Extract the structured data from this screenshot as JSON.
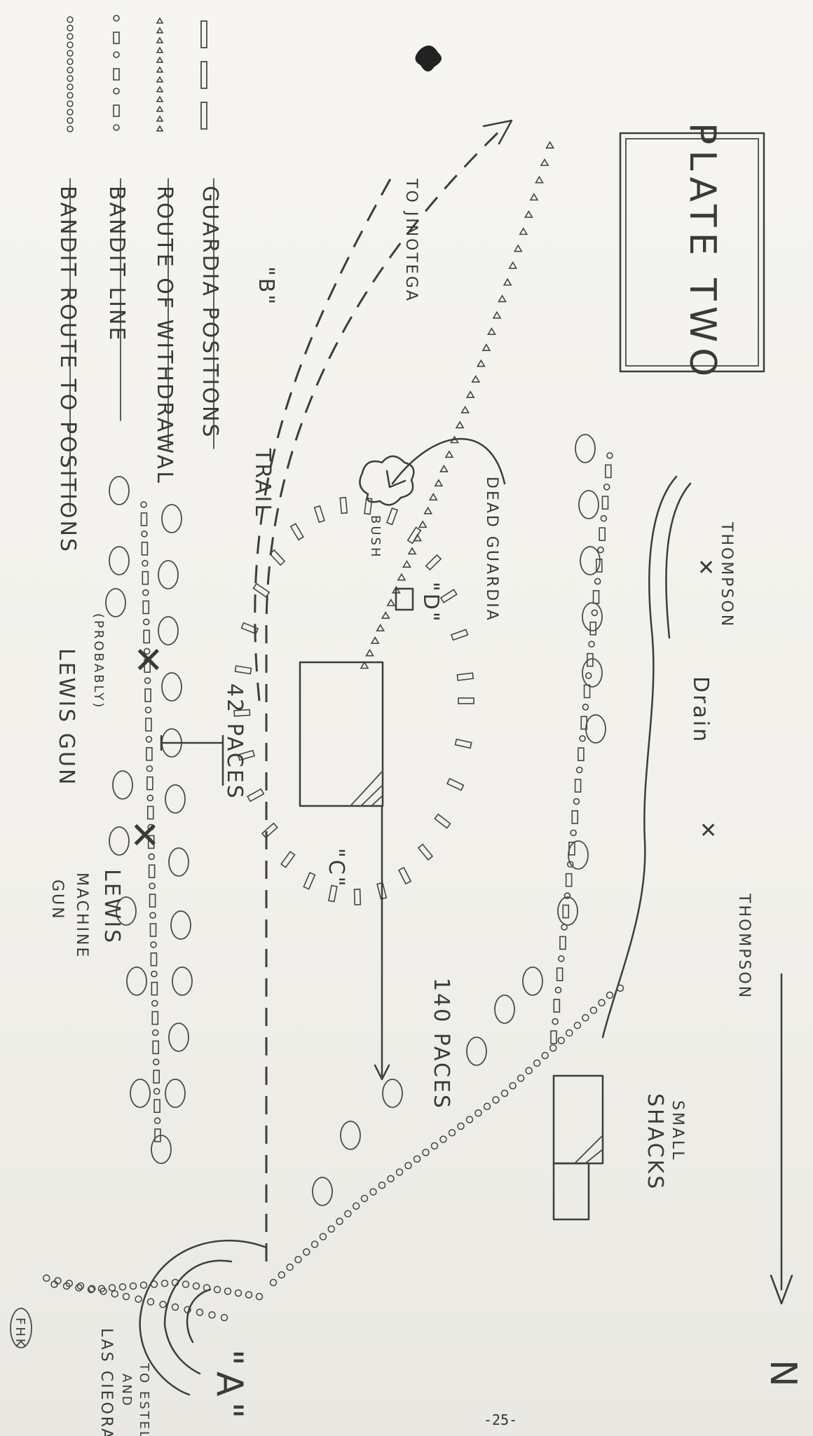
{
  "title": "PLATE TWO",
  "legend": [
    {
      "symbol": "guardia-positions",
      "label": "GUARDIA POSITIONS"
    },
    {
      "symbol": "route-of-withdrawal",
      "label": "ROUTE OF WITHDRAWAL"
    },
    {
      "symbol": "bandit-line",
      "label": "BANDIT LINE"
    },
    {
      "symbol": "bandit-route",
      "label": "BANDIT ROUTE TO POSITIONS"
    }
  ],
  "labels": {
    "to_jinotega": "TO JINOTEGA",
    "point_b": "\"B\"",
    "trail": "TRAIL",
    "point_d": "\"D\"",
    "point_c": "\"C\"",
    "point_a": "\"A\"",
    "bush": "BUSH",
    "dead_guardia": "DEAD GUARDIA",
    "thompson_1": "THOMPSON",
    "thompson_2": "THOMPSON",
    "drain": "Drain",
    "distance_42": "42 PACES",
    "distance_140": "140 PACES",
    "lewis_gun_note": "(PROBABLY)",
    "lewis_gun": "LEWIS GUN",
    "lewis_mg_1": "LEWIS",
    "lewis_mg_2": "MACHINE",
    "lewis_mg_3": "GUN",
    "small_shacks_1": "SMALL",
    "small_shacks_2": "SHACKS",
    "to_estella": "TO ESTELLA",
    "and": "AND",
    "las_cieoras": "LAS CIEORAS",
    "north": "N",
    "initials": "FHK"
  },
  "page_number": "-25-",
  "colors": {
    "paper": "#f4f3ef",
    "ink": "#3d3d3d"
  }
}
